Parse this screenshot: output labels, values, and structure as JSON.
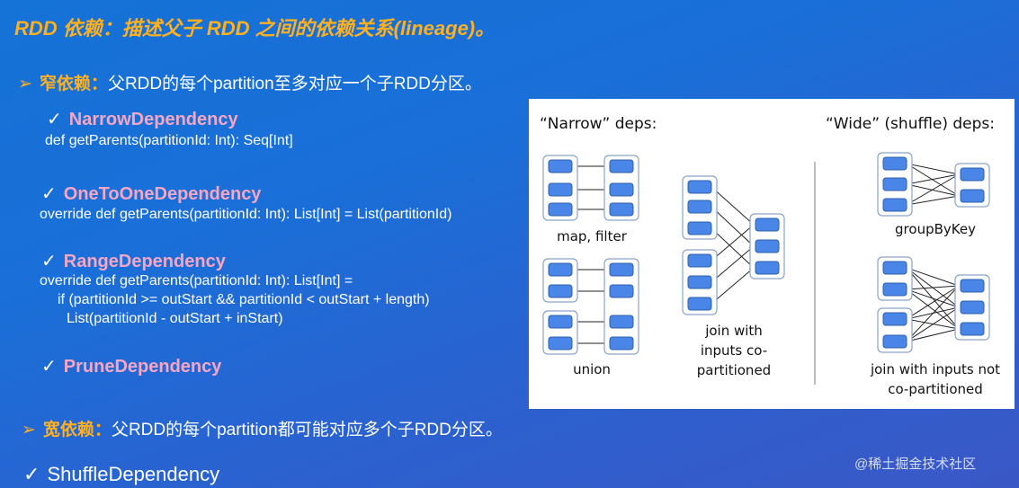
{
  "title": "RDD 依赖：描述父子 RDD 之间的依赖关系(lineage)。",
  "narrow": {
    "key": "窄依赖：",
    "desc": "父RDD的每个partition至多对应一个子RDD分区。"
  },
  "wide": {
    "key": "宽依赖：",
    "desc": "父RDD的每个partition都可能对应多个子RDD分区。"
  },
  "deps": {
    "narrow_dep": "NarrowDependency",
    "narrow_code": "def getParents(partitionId: Int): Seq[Int]",
    "one_to_one": "OneToOneDependency",
    "one_to_one_code": "override def getParents(partitionId: Int): List[Int] = List(partitionId)",
    "range": "RangeDependency",
    "range_code_1": "override def getParents(partitionId: Int): List[Int] =",
    "range_code_2": "if (partitionId >= outStart && partitionId < outStart + length)",
    "range_code_3": "List(partitionId - outStart + inStart)",
    "prune": "PruneDependency",
    "shuffle": "ShuffleDependency"
  },
  "marks": {
    "check": "✓",
    "arrow": "➢"
  },
  "diagram": {
    "narrow_title": "“Narrow” deps:",
    "wide_title": "“Wide” (shuffle) deps:",
    "map_filter": "map, filter",
    "union": "union",
    "join_co_1": "join with",
    "join_co_2": "inputs co-",
    "join_co_3": "partitioned",
    "group_by_key": "groupByKey",
    "join_not_1": "join with inputs not",
    "join_not_2": "co-partitioned"
  },
  "footer": "@稀土掘金技术社区",
  "colors": {
    "title": "#ffb020",
    "dep_name": "#f4a6c4",
    "partition": "#4a86e8"
  }
}
